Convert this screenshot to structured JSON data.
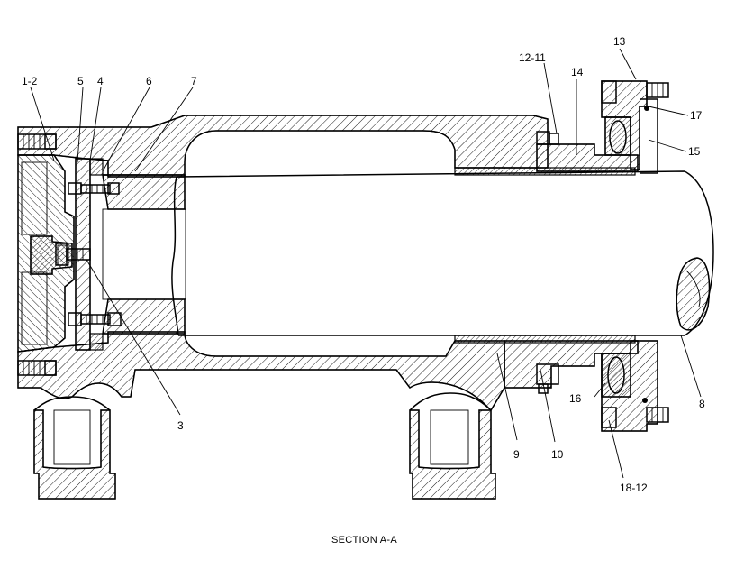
{
  "caption": "SECTION  A-A",
  "callouts": [
    {
      "id": "c1-2",
      "text": "1-2"
    },
    {
      "id": "c5",
      "text": "5"
    },
    {
      "id": "c4",
      "text": "4"
    },
    {
      "id": "c6",
      "text": "6"
    },
    {
      "id": "c7",
      "text": "7"
    },
    {
      "id": "c3",
      "text": "3"
    },
    {
      "id": "c12-11",
      "text": "12-11"
    },
    {
      "id": "c14",
      "text": "14"
    },
    {
      "id": "c13",
      "text": "13"
    },
    {
      "id": "c17",
      "text": "17"
    },
    {
      "id": "c15",
      "text": "15"
    },
    {
      "id": "c16",
      "text": "16"
    },
    {
      "id": "c8",
      "text": "8"
    },
    {
      "id": "c9",
      "text": "9"
    },
    {
      "id": "c10",
      "text": "10"
    },
    {
      "id": "c18-12",
      "text": "18-12"
    }
  ]
}
